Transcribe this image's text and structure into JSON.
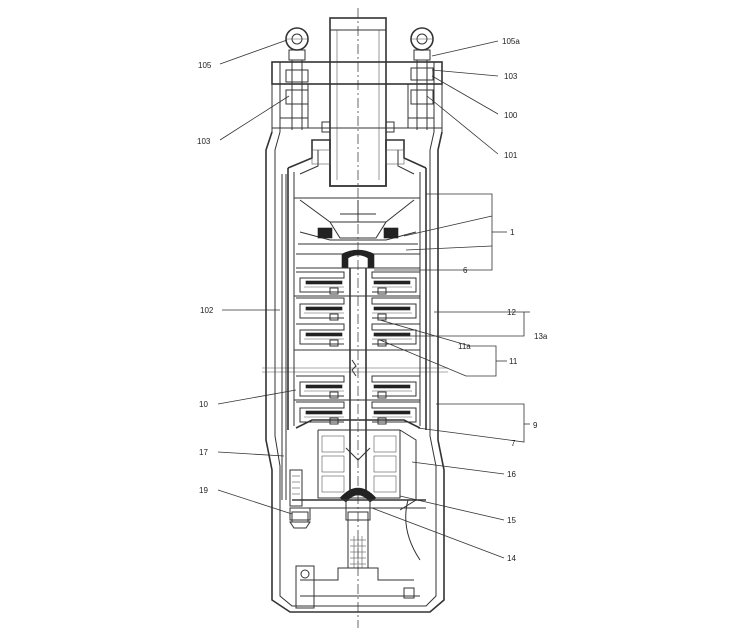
{
  "drawing": {
    "labels": {
      "l105": "105",
      "l105a": "105a",
      "l103_right": "103",
      "l100": "100",
      "l103_left": "103",
      "l101": "101",
      "l1": "1",
      "l6": "6",
      "l102": "102",
      "l12": "12",
      "l13a": "13a",
      "l11a": "11a",
      "l11": "11",
      "l10": "10",
      "l9": "9",
      "l7": "7",
      "l17": "17",
      "l16": "16",
      "l19": "19",
      "l15": "15",
      "l14": "14"
    }
  },
  "colors": {
    "line": "#333333",
    "background": "#ffffff"
  }
}
